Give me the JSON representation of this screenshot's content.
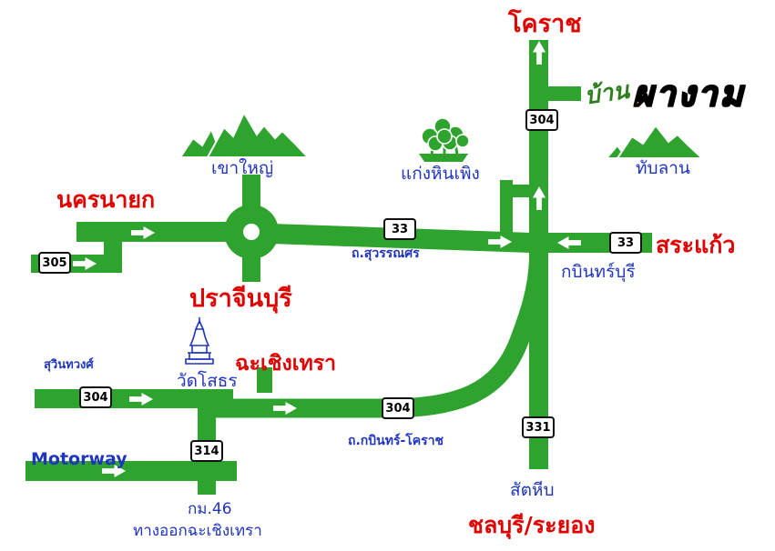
{
  "logo": {
    "prefix": "บ้าน",
    "name": "ผางาม"
  },
  "labels": {
    "korat": "โคราช",
    "nakhon_nayok": "นครนายก",
    "prachinburi": "ปราจีนบุรี",
    "sa_kaeo": "สระแก้ว",
    "chachoengsao": "ฉะเชิงเทรา",
    "chonburi_rayong": "ชลบุรี/ระยอง",
    "khao_yai": "เขาใหญ่",
    "kaeng_hin_phoeng": "แก่งหินเพิง",
    "thap_lan": "ทับลาน",
    "kabin_buri": "กบินทร์บุรี",
    "suwannason_road": "ถ.สุวรรณศร",
    "wat_sothon": "วัดโสธร",
    "suwinthawong": "สุวินทวงศ์",
    "kabin_korat_road": "ถ.กบินทร์-โคราช",
    "sattahip": "สัตหีบ",
    "motorway": "Motorway",
    "km46": "กม.46",
    "chachoengsao_exit": "ทางออกฉะเชิงเทรา"
  },
  "badges": {
    "route_304_north": "304",
    "route_33_central": "33",
    "route_33_east": "33",
    "route_305": "305",
    "route_304_west": "304",
    "route_304_curve": "304",
    "route_314": "314",
    "route_331": "331"
  },
  "colors": {
    "road_green": "#2ea32e",
    "city_red": "#e00000",
    "place_blue": "#1f35c0",
    "logo_gold": "#e8b80c",
    "badge_bg": "#ffffff",
    "badge_border": "#111111"
  }
}
